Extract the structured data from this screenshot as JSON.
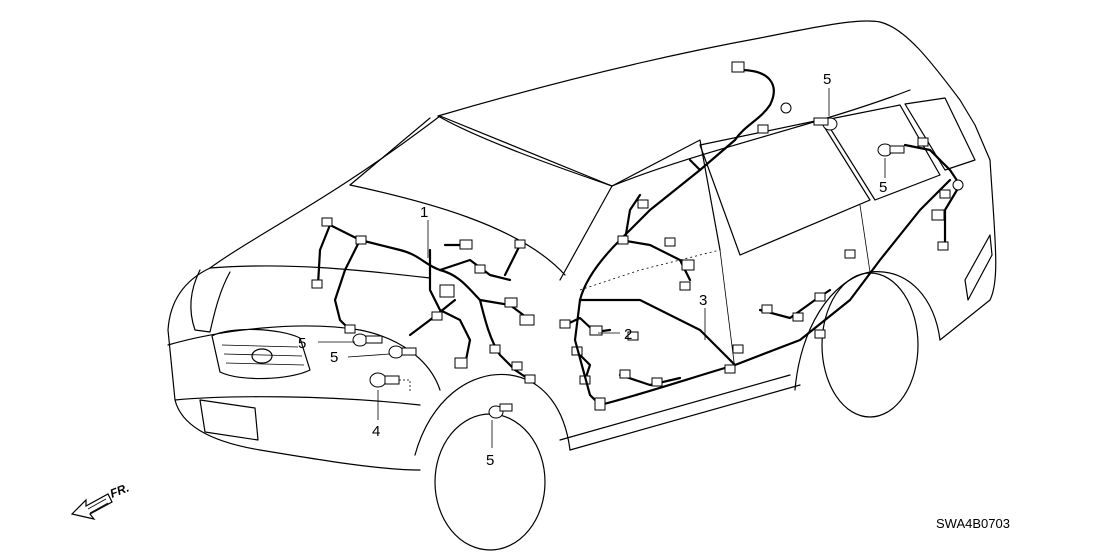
{
  "diagram": {
    "part_code": "SWA4B0703",
    "direction_label": "FR.",
    "callouts": [
      {
        "id": "c1",
        "label": "1"
      },
      {
        "id": "c2",
        "label": "2"
      },
      {
        "id": "c3",
        "label": "3"
      },
      {
        "id": "c4",
        "label": "4"
      },
      {
        "id": "c5a",
        "label": "5"
      },
      {
        "id": "c5b",
        "label": "5"
      },
      {
        "id": "c5c",
        "label": "5"
      },
      {
        "id": "c5d",
        "label": "5"
      },
      {
        "id": "c5e",
        "label": "5"
      }
    ]
  }
}
